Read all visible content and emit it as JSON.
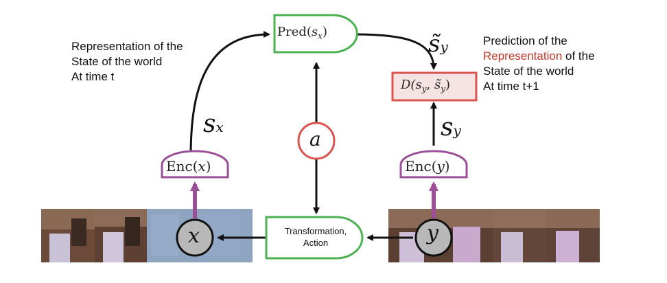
{
  "captions": {
    "left": [
      "Representation of the",
      "State of the world",
      "At time t"
    ],
    "right_line1": "Prediction of the",
    "right_red": "Representation",
    "right_line2_rest": " of the",
    "right_line3": "State of the world",
    "right_line4": "At time t+1"
  },
  "nodes": {
    "pred": "Pred(sₓ)",
    "pred_fn": "Pred(",
    "pred_var": "s",
    "pred_sub": "x",
    "pred_close": ")",
    "dist_fn": "D(",
    "dist_var1": "s",
    "dist_sub1": "y",
    "dist_sep": ", ",
    "dist_var2": "s̃",
    "dist_sub2": "y",
    "dist_close": ")",
    "enc_x_fn": "Enc(",
    "enc_x_var": "x",
    "enc_x_close": ")",
    "enc_y_fn": "Enc(",
    "enc_y_var": "y",
    "enc_y_close": ")",
    "action_var": "a",
    "transform_line1": "Transformation,",
    "transform_line2": "Action",
    "x_var": "x",
    "y_var": "y"
  },
  "labels": {
    "sx_var": "s",
    "sx_sub": "x",
    "sy_var": "s",
    "sy_sub": "y",
    "sy_tilde_var": "s̃",
    "sy_tilde_sub": "y"
  },
  "colors": {
    "green": "#4caf50",
    "purple": "#9b4f96",
    "red": "#d9534f",
    "dark": "#111111",
    "overlay_blue": "#9db4d6",
    "node_gray": "#b8b8b8"
  }
}
